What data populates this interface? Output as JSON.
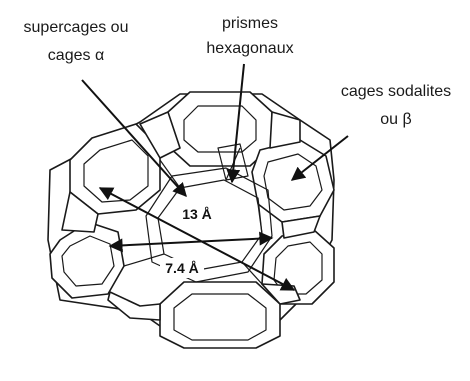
{
  "labels": {
    "supercages_line1": "supercages ou",
    "supercages_line2": "cages α",
    "prismes_line1": "prismes",
    "prismes_line2": "hexagonaux",
    "sodalites_line1": "cages sodalites",
    "sodalites_line2": "ou β"
  },
  "dimensions": {
    "supercage_diameter": "13 Å",
    "window_diameter": "7.4 Å"
  },
  "colors": {
    "line": "#1a1a1a",
    "background": "#ffffff"
  }
}
